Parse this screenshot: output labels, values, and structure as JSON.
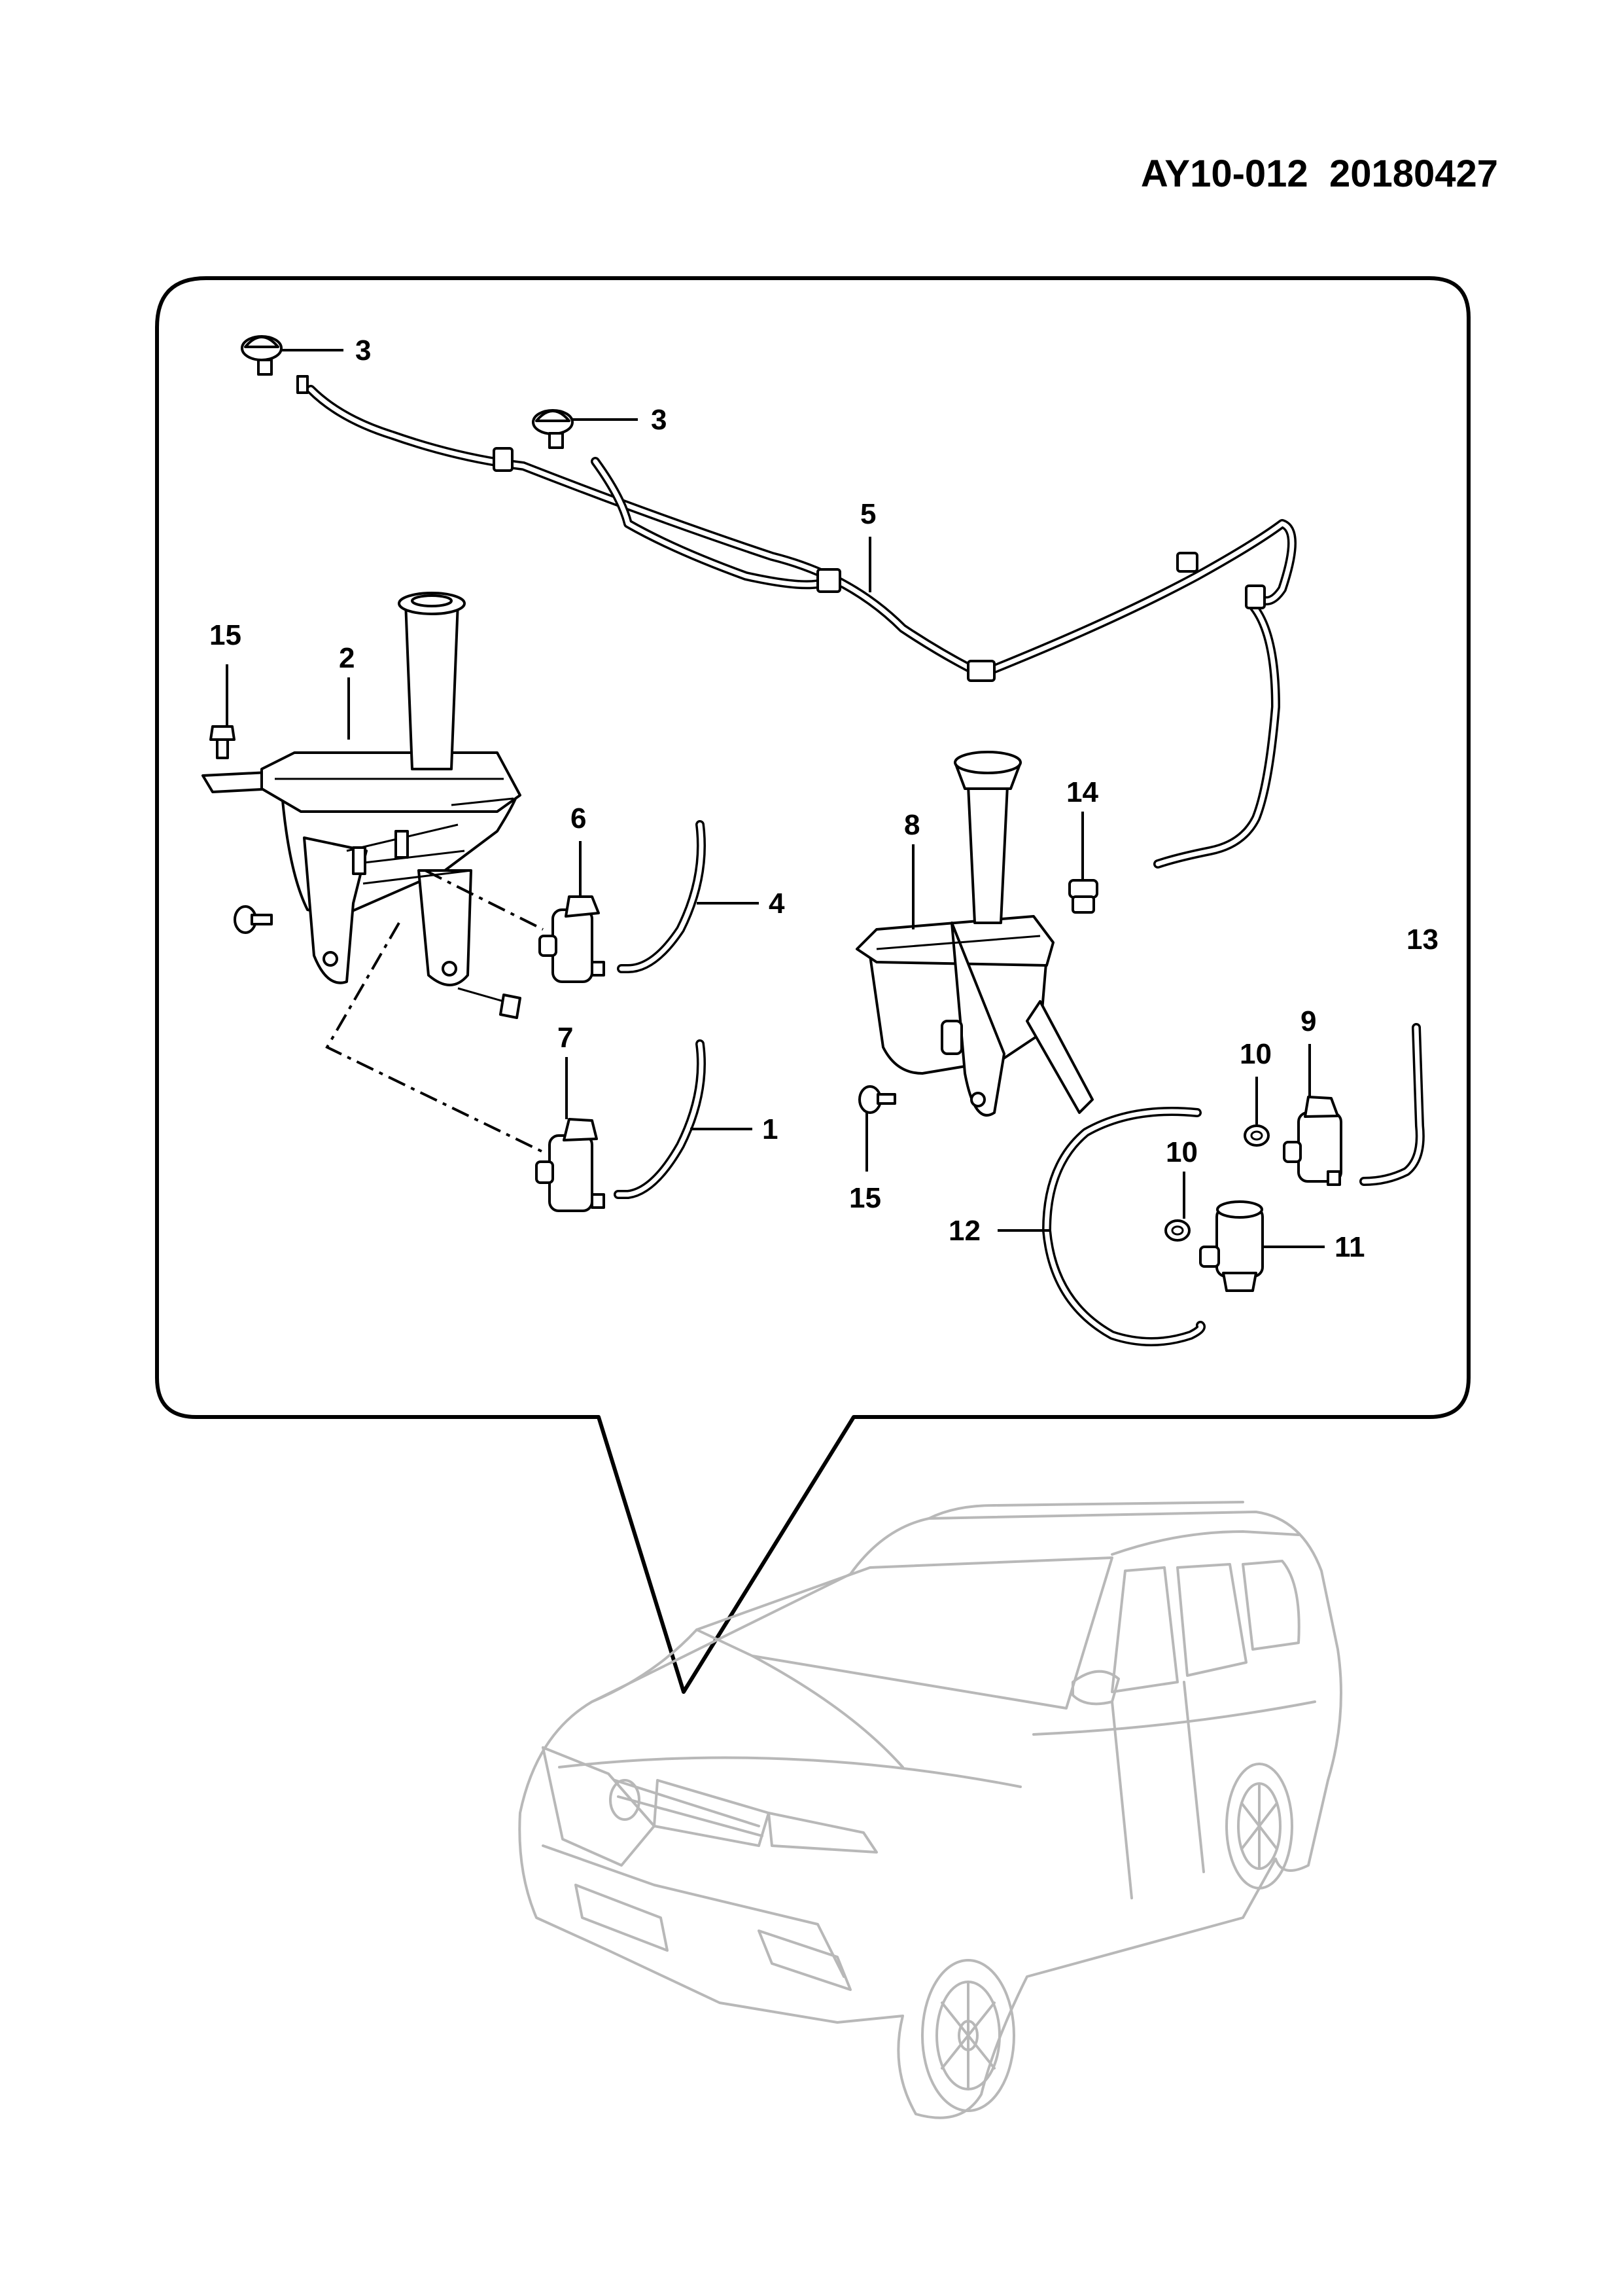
{
  "document": {
    "code": "AY10-012",
    "date": "20180427"
  },
  "callouts": {
    "c1": "1",
    "c2": "2",
    "c3a": "3",
    "c3b": "3",
    "c4": "4",
    "c5": "5",
    "c6": "6",
    "c7": "7",
    "c8": "8",
    "c9": "9",
    "c10a": "10",
    "c10b": "10",
    "c11": "11",
    "c12": "12",
    "c13": "13",
    "c14": "14",
    "c15a": "15",
    "c15b": "15"
  },
  "colors": {
    "linework": "#000000",
    "vehicle_outline": "#b8b8b8",
    "background": "#ffffff"
  }
}
